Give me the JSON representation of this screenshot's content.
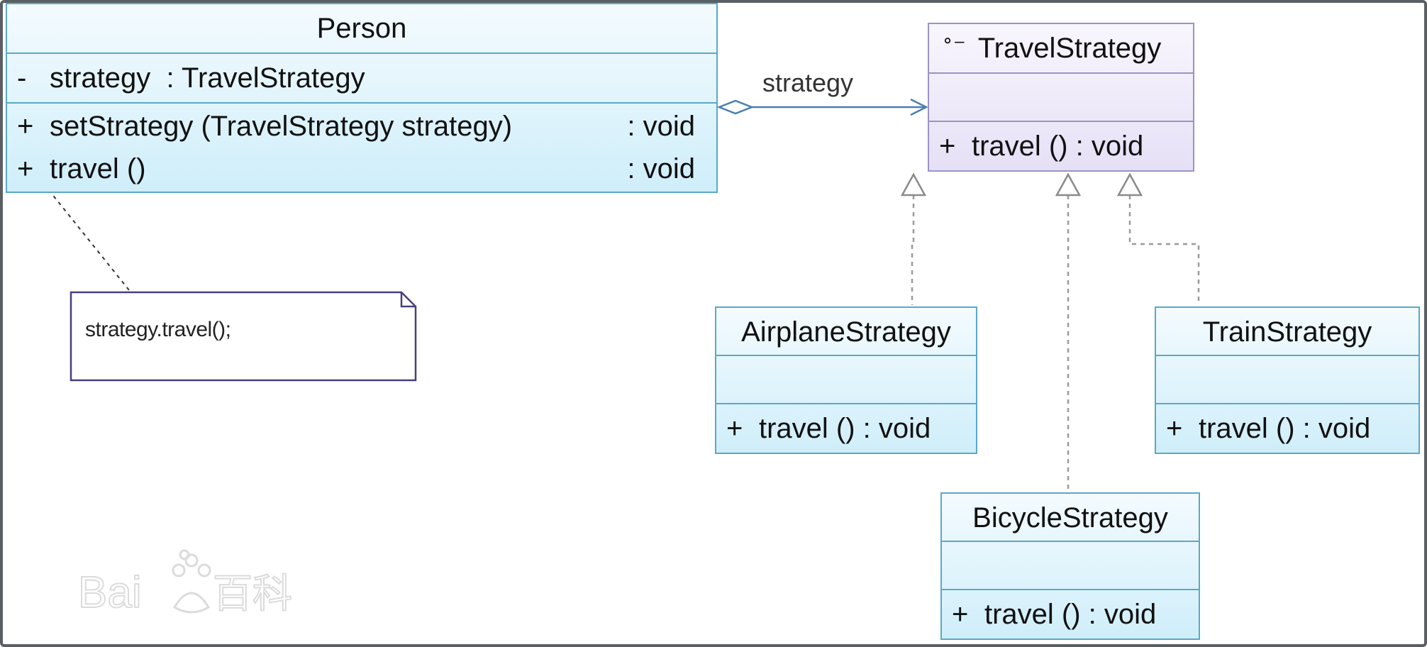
{
  "classes": {
    "person": {
      "name": "Person",
      "attributes": [
        {
          "visibility": "-",
          "text": "strategy  : TravelStrategy"
        }
      ],
      "operations": [
        {
          "visibility": "+",
          "signature": "setStrategy (TravelStrategy strategy)",
          "return": ": void"
        },
        {
          "visibility": "+",
          "signature": "travel ()",
          "return": ": void"
        }
      ]
    },
    "travel_strategy": {
      "stereotype": "⚬–",
      "name": "TravelStrategy",
      "operations": [
        {
          "visibility": "+",
          "text": "travel () : void"
        }
      ]
    },
    "airplane_strategy": {
      "name": "AirplaneStrategy",
      "operations": [
        {
          "visibility": "+",
          "text": "travel () : void"
        }
      ]
    },
    "train_strategy": {
      "name": "TrainStrategy",
      "operations": [
        {
          "visibility": "+",
          "text": "travel () : void"
        }
      ]
    },
    "bicycle_strategy": {
      "name": "BicycleStrategy",
      "operations": [
        {
          "visibility": "+",
          "text": "travel () : void"
        }
      ]
    }
  },
  "association": {
    "label": "strategy"
  },
  "note": {
    "text": "strategy.travel();"
  },
  "watermark": {
    "text": "Bai 百科"
  },
  "colors": {
    "class_border": "#5aa9c8",
    "class_fill": "#cfeefa",
    "interface_border": "#9c92c4",
    "interface_fill": "#e6e0f6",
    "note_border": "#4a3f7a",
    "line": "#4a7fb0"
  }
}
